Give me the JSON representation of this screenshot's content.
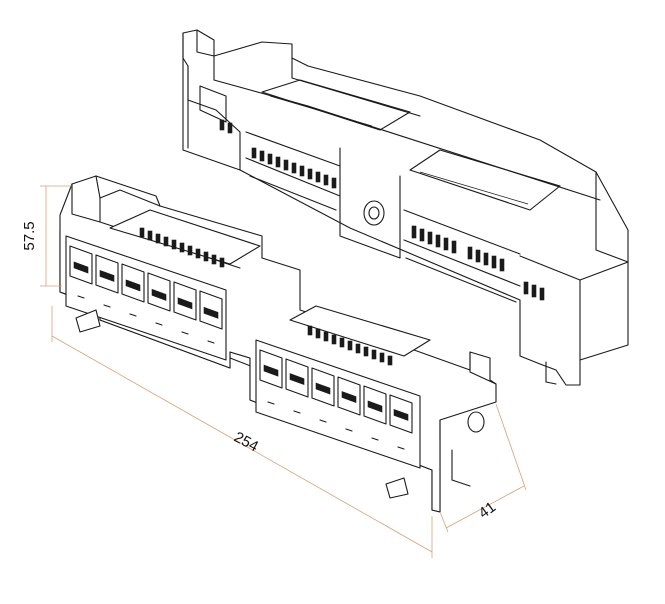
{
  "dimensions": {
    "height": "57.5",
    "length": "254",
    "depth": "41"
  },
  "colors": {
    "dimension_line": "#d9a07a",
    "outline": "#1a1a1a",
    "background": "#ffffff"
  },
  "objects": [
    {
      "name": "patch-panel-rear-view"
    },
    {
      "name": "patch-panel-front-view",
      "port_count": 12
    }
  ]
}
